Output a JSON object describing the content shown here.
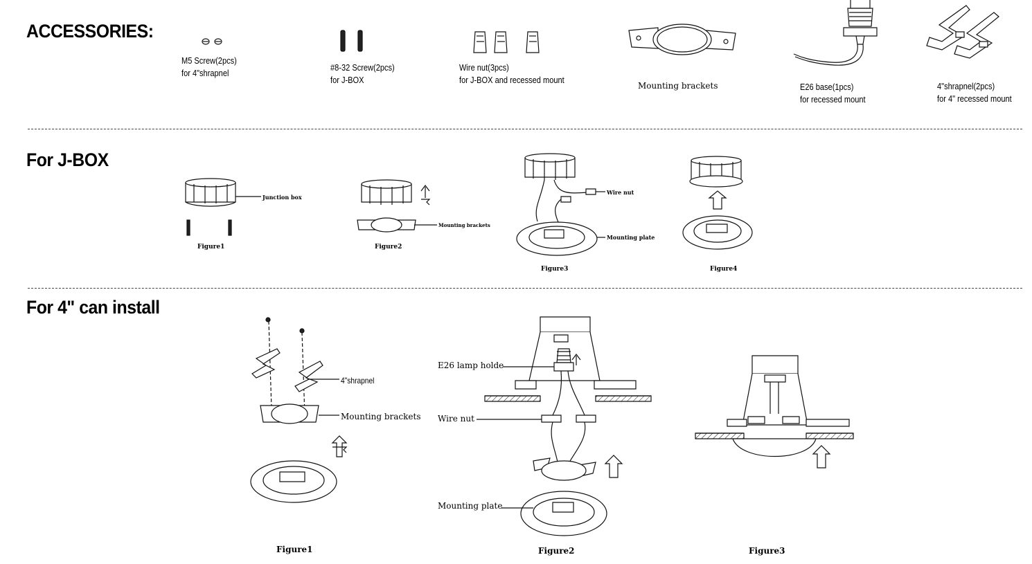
{
  "sections": {
    "accessories": "ACCESSORIES:",
    "jbox": "For J-BOX",
    "can": "For 4\" can install"
  },
  "accessories": {
    "m5_line1": "M5 Screw(2pcs)",
    "m5_line2": "for 4\"shrapnel",
    "screw832_line1": "#8-32 Screw(2pcs)",
    "screw832_line2": "for J-BOX",
    "wirenut_line1": "Wire nut(3pcs)",
    "wirenut_line2": "for J-BOX and recessed mount",
    "brackets": "Mounting brackets",
    "e26_line1": "E26 base(1pcs)",
    "e26_line2": "for recessed mount",
    "shrapnel_line1": "4\"shrapnel(2pcs)",
    "shrapnel_line2": "for 4\" recessed mount"
  },
  "jbox": {
    "junction_box": "Junction box",
    "mounting_brackets": "Mounting brackets",
    "wire_nut": "Wire nut",
    "mounting_plate": "Mounting plate",
    "fig1": "Figure1",
    "fig2": "Figure2",
    "fig3": "Figure3",
    "fig4": "Figure4"
  },
  "can": {
    "shrapnel": "4\"shrapnel",
    "mounting_brackets": "Mounting brackets",
    "e26_holder": "E26 lamp holde",
    "wire_nut": "Wire nut",
    "mounting_plate": "Mounting plate",
    "fig1": "Figure1",
    "fig2": "Figure2",
    "fig3": "Figure3"
  }
}
